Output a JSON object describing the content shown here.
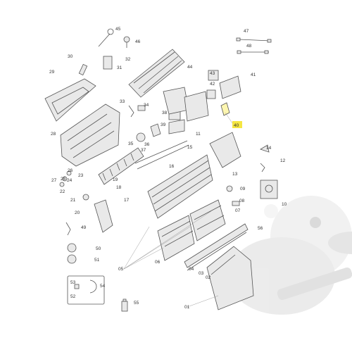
{
  "labels": {
    "p01": "01",
    "p02": "02",
    "p03": "03",
    "p04": "04",
    "p05": "05",
    "p06": "06",
    "p07": "07",
    "p08": "08",
    "p09": "09",
    "p10": "10",
    "p11": "11",
    "p12": "12",
    "p13": "13",
    "p14": "14",
    "p15": "15",
    "p16": "16",
    "p17": "17",
    "p18": "18",
    "p19": "19",
    "p20": "20",
    "p21": "21",
    "p22": "22",
    "p23": "23",
    "p24": "24",
    "p25": "25",
    "p26": "26",
    "p27": "27",
    "p28": "28",
    "p29": "29",
    "p30": "30",
    "p31": "31",
    "p32": "32",
    "p33": "33",
    "p34": "34",
    "p35": "35",
    "p36": "36",
    "p37": "37",
    "p38": "38",
    "p39": "39",
    "p40": "40",
    "p41": "41",
    "p42": "42",
    "p43": "43",
    "p44": "44",
    "p45": "45",
    "p46": "46",
    "p47": "47",
    "p48": "48",
    "p49": "49",
    "p50": "50",
    "p51": "51",
    "p52": "52",
    "p53": "53",
    "p54": "54",
    "p55": "55",
    "p56": "56"
  },
  "highlight": {
    "part": "40",
    "color": "#f5e642"
  },
  "watermark": {
    "icon": "duck-mascot-icon",
    "color": "#d9d9d9"
  }
}
